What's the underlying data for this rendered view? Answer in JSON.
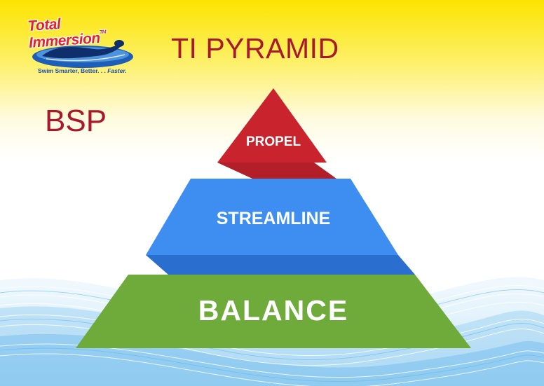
{
  "logo": {
    "brand": "Total Immersion",
    "tm": "TM",
    "tagline_a": "Swim Smarter, Better. . . ",
    "tagline_b": "Faster."
  },
  "title": "TI PYRAMID",
  "subtitle": "BSP",
  "pyramid": {
    "levels": [
      {
        "label": "PROPEL",
        "color": "#c9232d",
        "shade": "#9c1a22"
      },
      {
        "label": "STREAMLINE",
        "color": "#3d8ef0",
        "shade": "#2a6fd0"
      },
      {
        "label": "BALANCE",
        "color": "#6fab3b",
        "shade": "#5a9230"
      }
    ]
  },
  "colors": {
    "title_color": "#a8192e",
    "top_yellow": "#fbe400",
    "wave_blue": "#4aa9e8"
  }
}
